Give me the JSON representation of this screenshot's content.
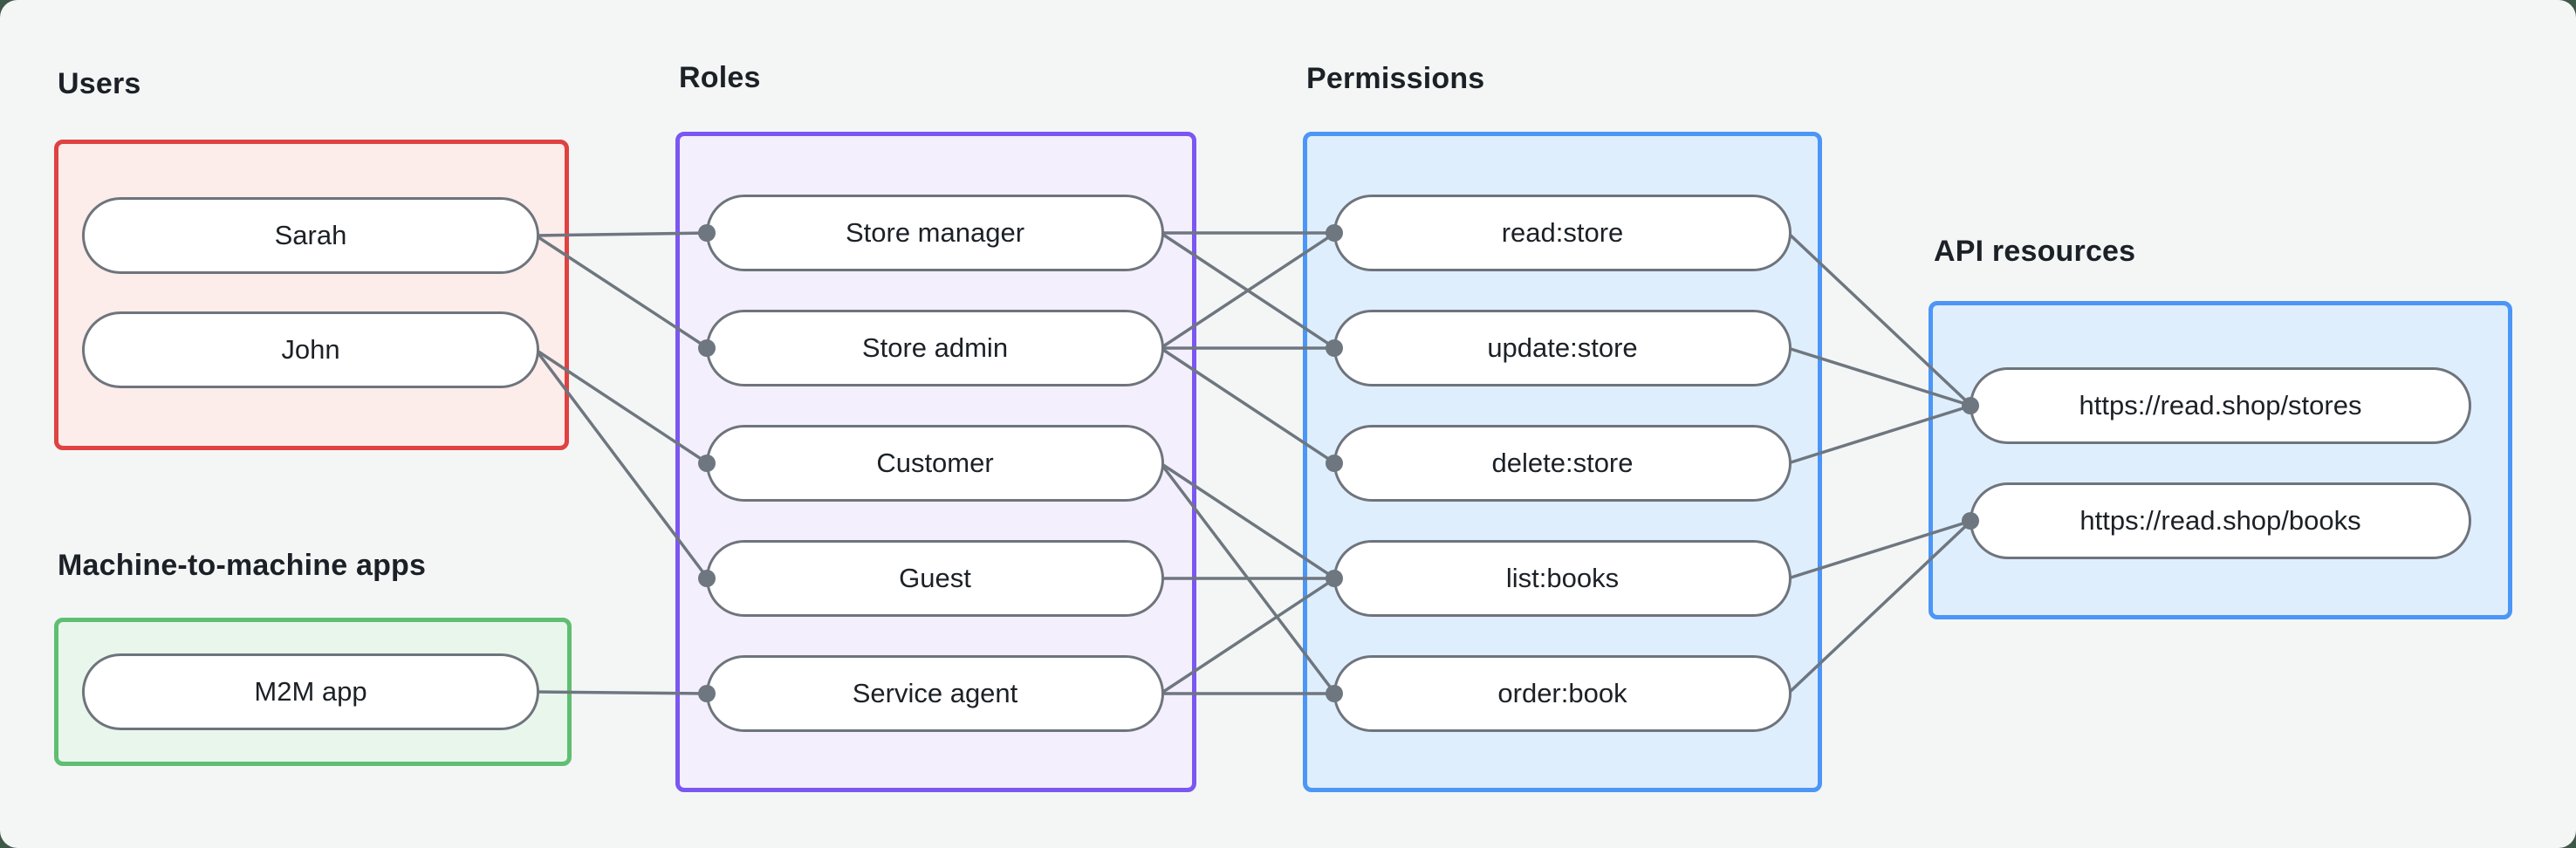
{
  "diagram": {
    "sections": {
      "users": {
        "label": "Users",
        "accent": "#df4242",
        "fill": "#fcecea",
        "nodes": [
          {
            "id": "sarah",
            "label": "Sarah"
          },
          {
            "id": "john",
            "label": "John"
          }
        ]
      },
      "m2m": {
        "label": "Machine-to-machine apps",
        "accent": "#5fbe72",
        "fill": "#e9f6ec",
        "nodes": [
          {
            "id": "m2m_app",
            "label": "M2M app"
          }
        ]
      },
      "roles": {
        "label": "Roles",
        "accent": "#7b57f2",
        "fill": "#f4effd",
        "nodes": [
          {
            "id": "store_manager",
            "label": "Store manager"
          },
          {
            "id": "store_admin",
            "label": "Store admin"
          },
          {
            "id": "customer",
            "label": "Customer"
          },
          {
            "id": "guest",
            "label": "Guest"
          },
          {
            "id": "service_agent",
            "label": "Service agent"
          }
        ]
      },
      "permissions": {
        "label": "Permissions",
        "accent": "#4b96f7",
        "fill": "#dfeefd",
        "nodes": [
          {
            "id": "read_store",
            "label": "read:store"
          },
          {
            "id": "update_store",
            "label": "update:store"
          },
          {
            "id": "delete_store",
            "label": "delete:store"
          },
          {
            "id": "list_books",
            "label": "list:books"
          },
          {
            "id": "order_book",
            "label": "order:book"
          }
        ]
      },
      "api": {
        "label": "API resources",
        "accent": "#4b96f7",
        "fill": "#dfeefd",
        "nodes": [
          {
            "id": "stores",
            "label": "https://read.shop/stores"
          },
          {
            "id": "books",
            "label": "https://read.shop/books"
          }
        ]
      }
    },
    "edges": [
      [
        "sarah",
        "store_manager"
      ],
      [
        "sarah",
        "store_admin"
      ],
      [
        "john",
        "customer"
      ],
      [
        "john",
        "guest"
      ],
      [
        "m2m_app",
        "service_agent"
      ],
      [
        "store_manager",
        "read_store"
      ],
      [
        "store_manager",
        "update_store"
      ],
      [
        "store_admin",
        "read_store"
      ],
      [
        "store_admin",
        "update_store"
      ],
      [
        "store_admin",
        "delete_store"
      ],
      [
        "customer",
        "list_books"
      ],
      [
        "customer",
        "order_book"
      ],
      [
        "guest",
        "list_books"
      ],
      [
        "service_agent",
        "list_books"
      ],
      [
        "service_agent",
        "order_book"
      ],
      [
        "read_store",
        "stores"
      ],
      [
        "update_store",
        "stores"
      ],
      [
        "delete_store",
        "stores"
      ],
      [
        "list_books",
        "books"
      ],
      [
        "order_book",
        "books"
      ]
    ],
    "style": {
      "line_color": "#6e767f",
      "pill_border": "#6e747c",
      "pill_fill": "#ffffff",
      "text_color": "#1c2127",
      "canvas_bg": "#f4f6f5",
      "frame_bg": "#3f5848"
    }
  }
}
